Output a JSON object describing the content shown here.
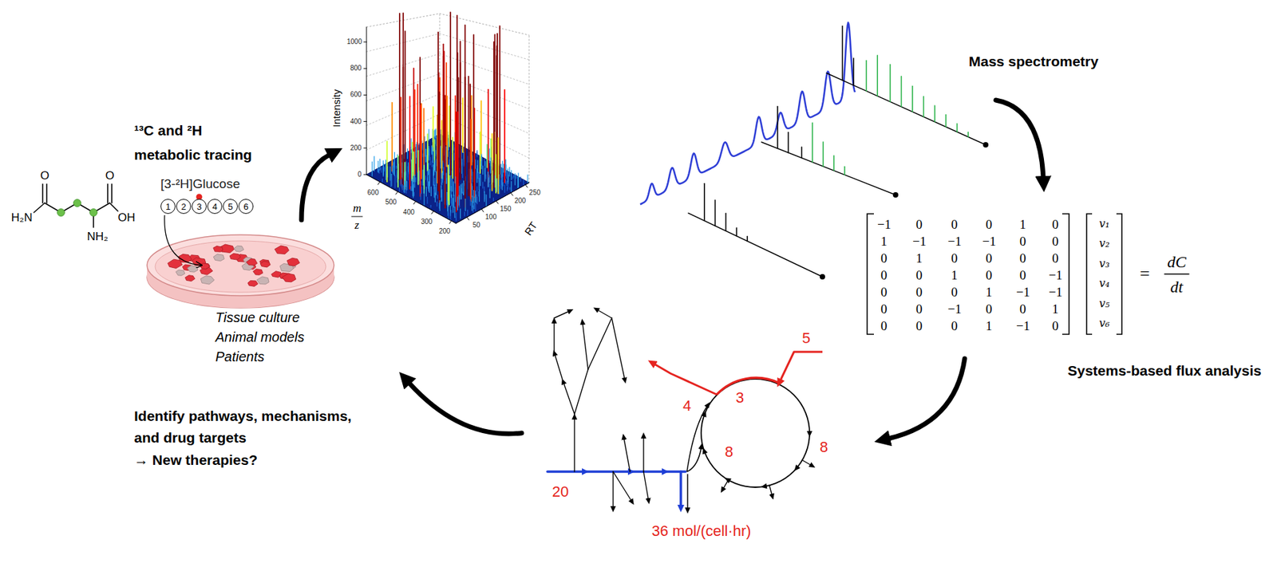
{
  "diagram": {
    "nodes": [
      {
        "text": [
          "1"
        ]
      },
      {
        "text": [
          "2"
        ]
      },
      {
        "text": [
          "3"
        ]
      },
      {
        "text": [
          "4"
        ]
      },
      {
        "text": [
          "5"
        ]
      },
      {
        "text": [
          "6"
        ]
      }
    ],
    "labels": [
      "¹³C and ²H metabolic tracing",
      "[3-²H]Glucose",
      "H₂N",
      "O",
      "O",
      "OH",
      "NH₂",
      "Tissue culture",
      "Animal models",
      "Patients",
      "Intensity",
      "m",
      "z",
      "RT",
      "1000",
      "800",
      "600",
      "400",
      "200",
      "0",
      "600",
      "500",
      "400",
      "300",
      "200",
      "50",
      "100",
      "150",
      "200",
      "250",
      "Mass spectrometry",
      "−1",
      "0",
      "0",
      "0",
      "1",
      "0",
      "1",
      "−1",
      "−1",
      "−1",
      "0",
      "0",
      "0",
      "1",
      "0",
      "0",
      "0",
      "0",
      "0",
      "0",
      "1",
      "0",
      "0",
      "−1",
      "0",
      "0",
      "0",
      "1",
      "−1",
      "−1",
      "0",
      "0",
      "−1",
      "0",
      "0",
      "1",
      "0",
      "0",
      "0",
      "1",
      "−1",
      "0",
      "v₁",
      "v₂",
      "v₃",
      "v₄",
      "v₅",
      "v₆",
      "=",
      "dC",
      "dt",
      "Systems-based flux analysis",
      "5",
      "3",
      "8",
      "4",
      "8",
      "20",
      "36 mol/(cell·hr)",
      "Identify pathways, mechanisms, and drug targets",
      "→ New therapies?"
    ]
  }
}
